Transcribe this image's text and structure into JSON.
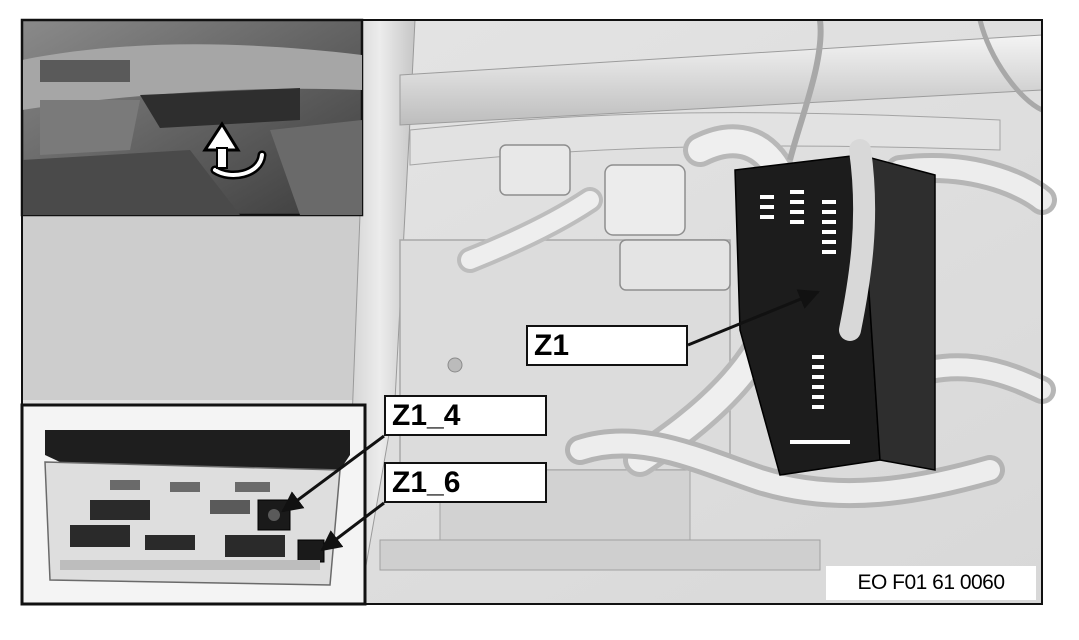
{
  "labels": {
    "z1": "Z1",
    "z1_4": "Z1_4",
    "z1_6": "Z1_6"
  },
  "figure_code": "EO F01 61 0060",
  "icons": {
    "insert_top_left": "dashboard-glovebox-inset",
    "insert_bottom_left": "fuse-carrier-inset",
    "main_view": "fuse-box-wiring-view",
    "rotate_arrow": "rotate-arrow-icon"
  }
}
